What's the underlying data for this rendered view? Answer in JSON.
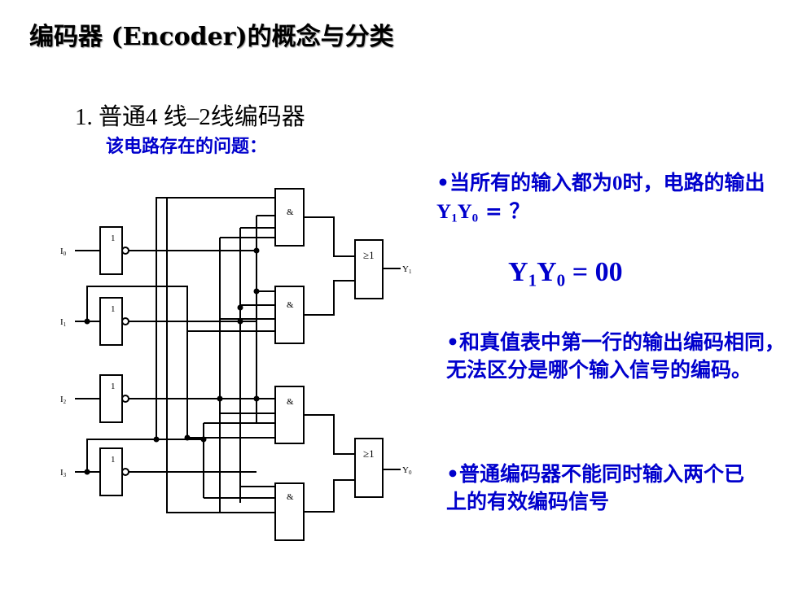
{
  "title": {
    "main": "编码器",
    "english": " (Encoder)",
    "rest": "的概念与分类"
  },
  "section": {
    "number": "1.",
    "text": "普通4 线–2线编码器"
  },
  "issue_label": "该电路存在的问题：",
  "bullets": {
    "q_prefix": "•当所有的输入都为",
    "q_zero": "0",
    "q_mid": "时，电路的输出",
    "q_y1": "Y",
    "q_sub1": "1",
    "q_y0": "Y",
    "q_sub0": "0",
    "q_end": " = ？",
    "answer_y1": "Y",
    "answer_sub1": "1",
    "answer_y0": "Y",
    "answer_sub0": "0",
    "answer_value": " = 00",
    "same_as_truth_table": "•和真值表中第一行的输出编码相同，无法区分是哪个输入信号的编码。",
    "no_multiple_inputs": "•普通编码器不能同时输入两个已上的有效编码信号"
  },
  "circuit": {
    "inputs": [
      "I",
      "I",
      "I",
      "I"
    ],
    "input_subs": [
      "0",
      "1",
      "2",
      "3"
    ],
    "not_gate_label": "1",
    "and_gate_label": "&",
    "or_gate_label": "≥1",
    "outputs": [
      "Y",
      "Y"
    ],
    "output_subs": [
      "1",
      "0"
    ]
  }
}
